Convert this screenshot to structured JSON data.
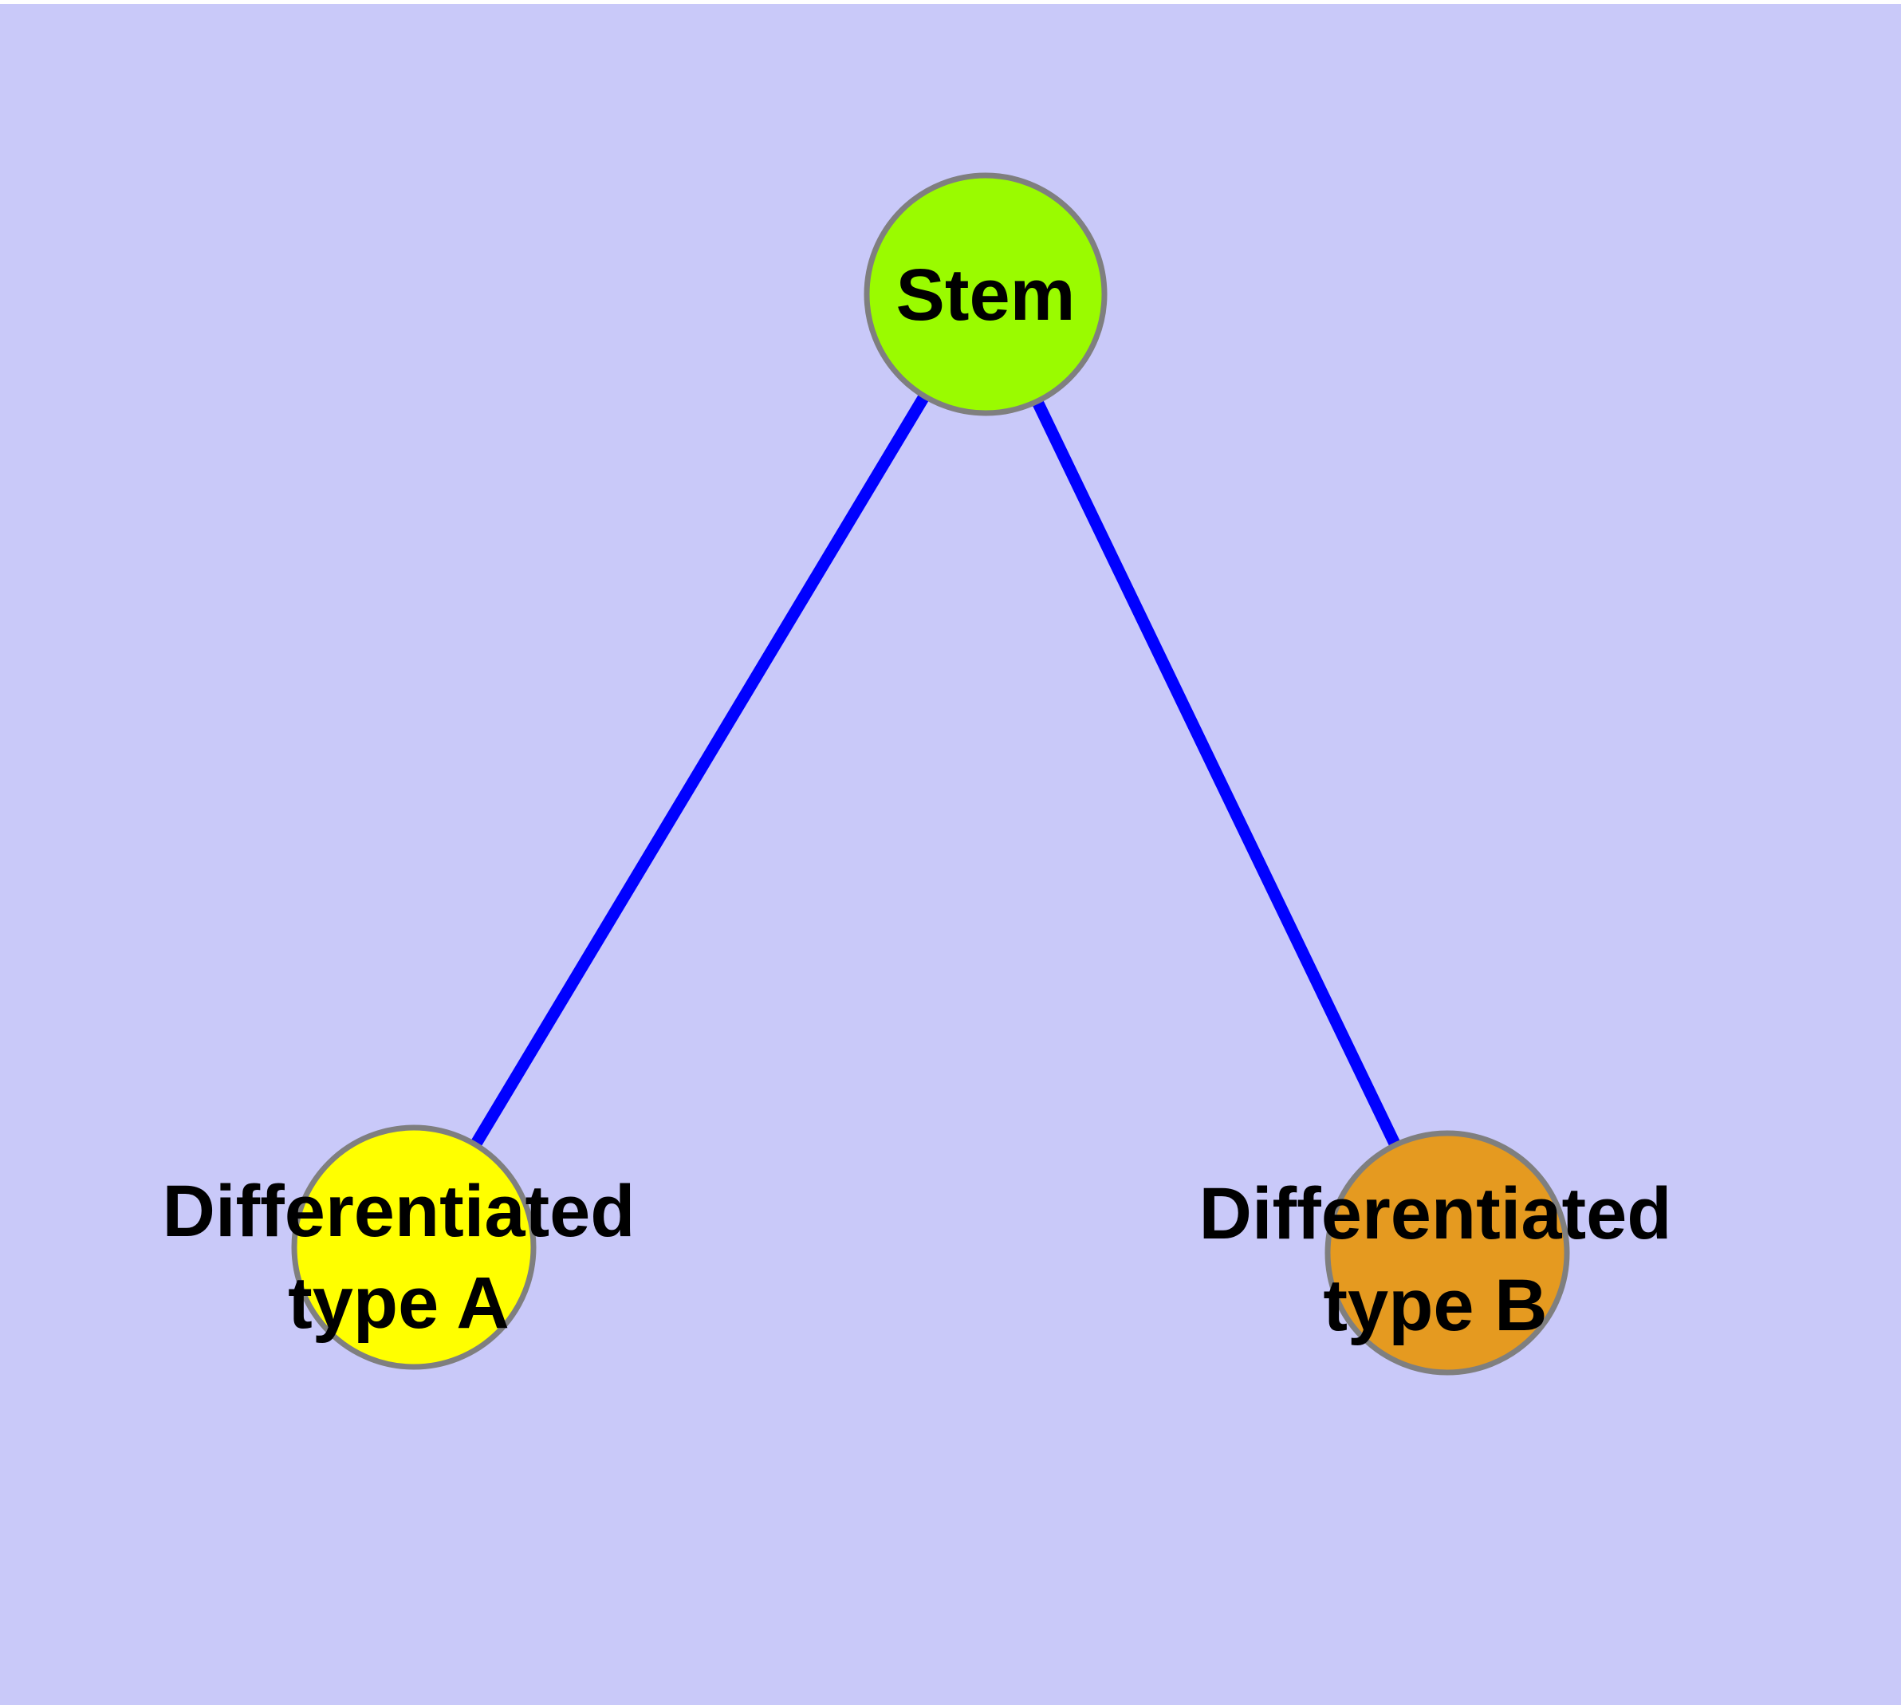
{
  "diagram": {
    "title": "",
    "colors": {
      "background": "#C9C9F9",
      "page_margin": "#FFFFFF",
      "edge": "#0000FF",
      "node_border": "#7F7F7F",
      "label_text": "#000000"
    },
    "nodes": [
      {
        "id": "stem",
        "lines": [
          "Stem"
        ],
        "fill": "#9AFB00"
      },
      {
        "id": "differentiated-type-a",
        "lines": [
          "Differentiated",
          "type A"
        ],
        "fill": "#FFFF00"
      },
      {
        "id": "differentiated-type-b",
        "lines": [
          "Differentiated",
          "type B"
        ],
        "fill": "#E59A20"
      }
    ],
    "edges": [
      {
        "from": "stem",
        "to": "differentiated-type-a"
      },
      {
        "from": "stem",
        "to": "differentiated-type-b"
      }
    ]
  }
}
